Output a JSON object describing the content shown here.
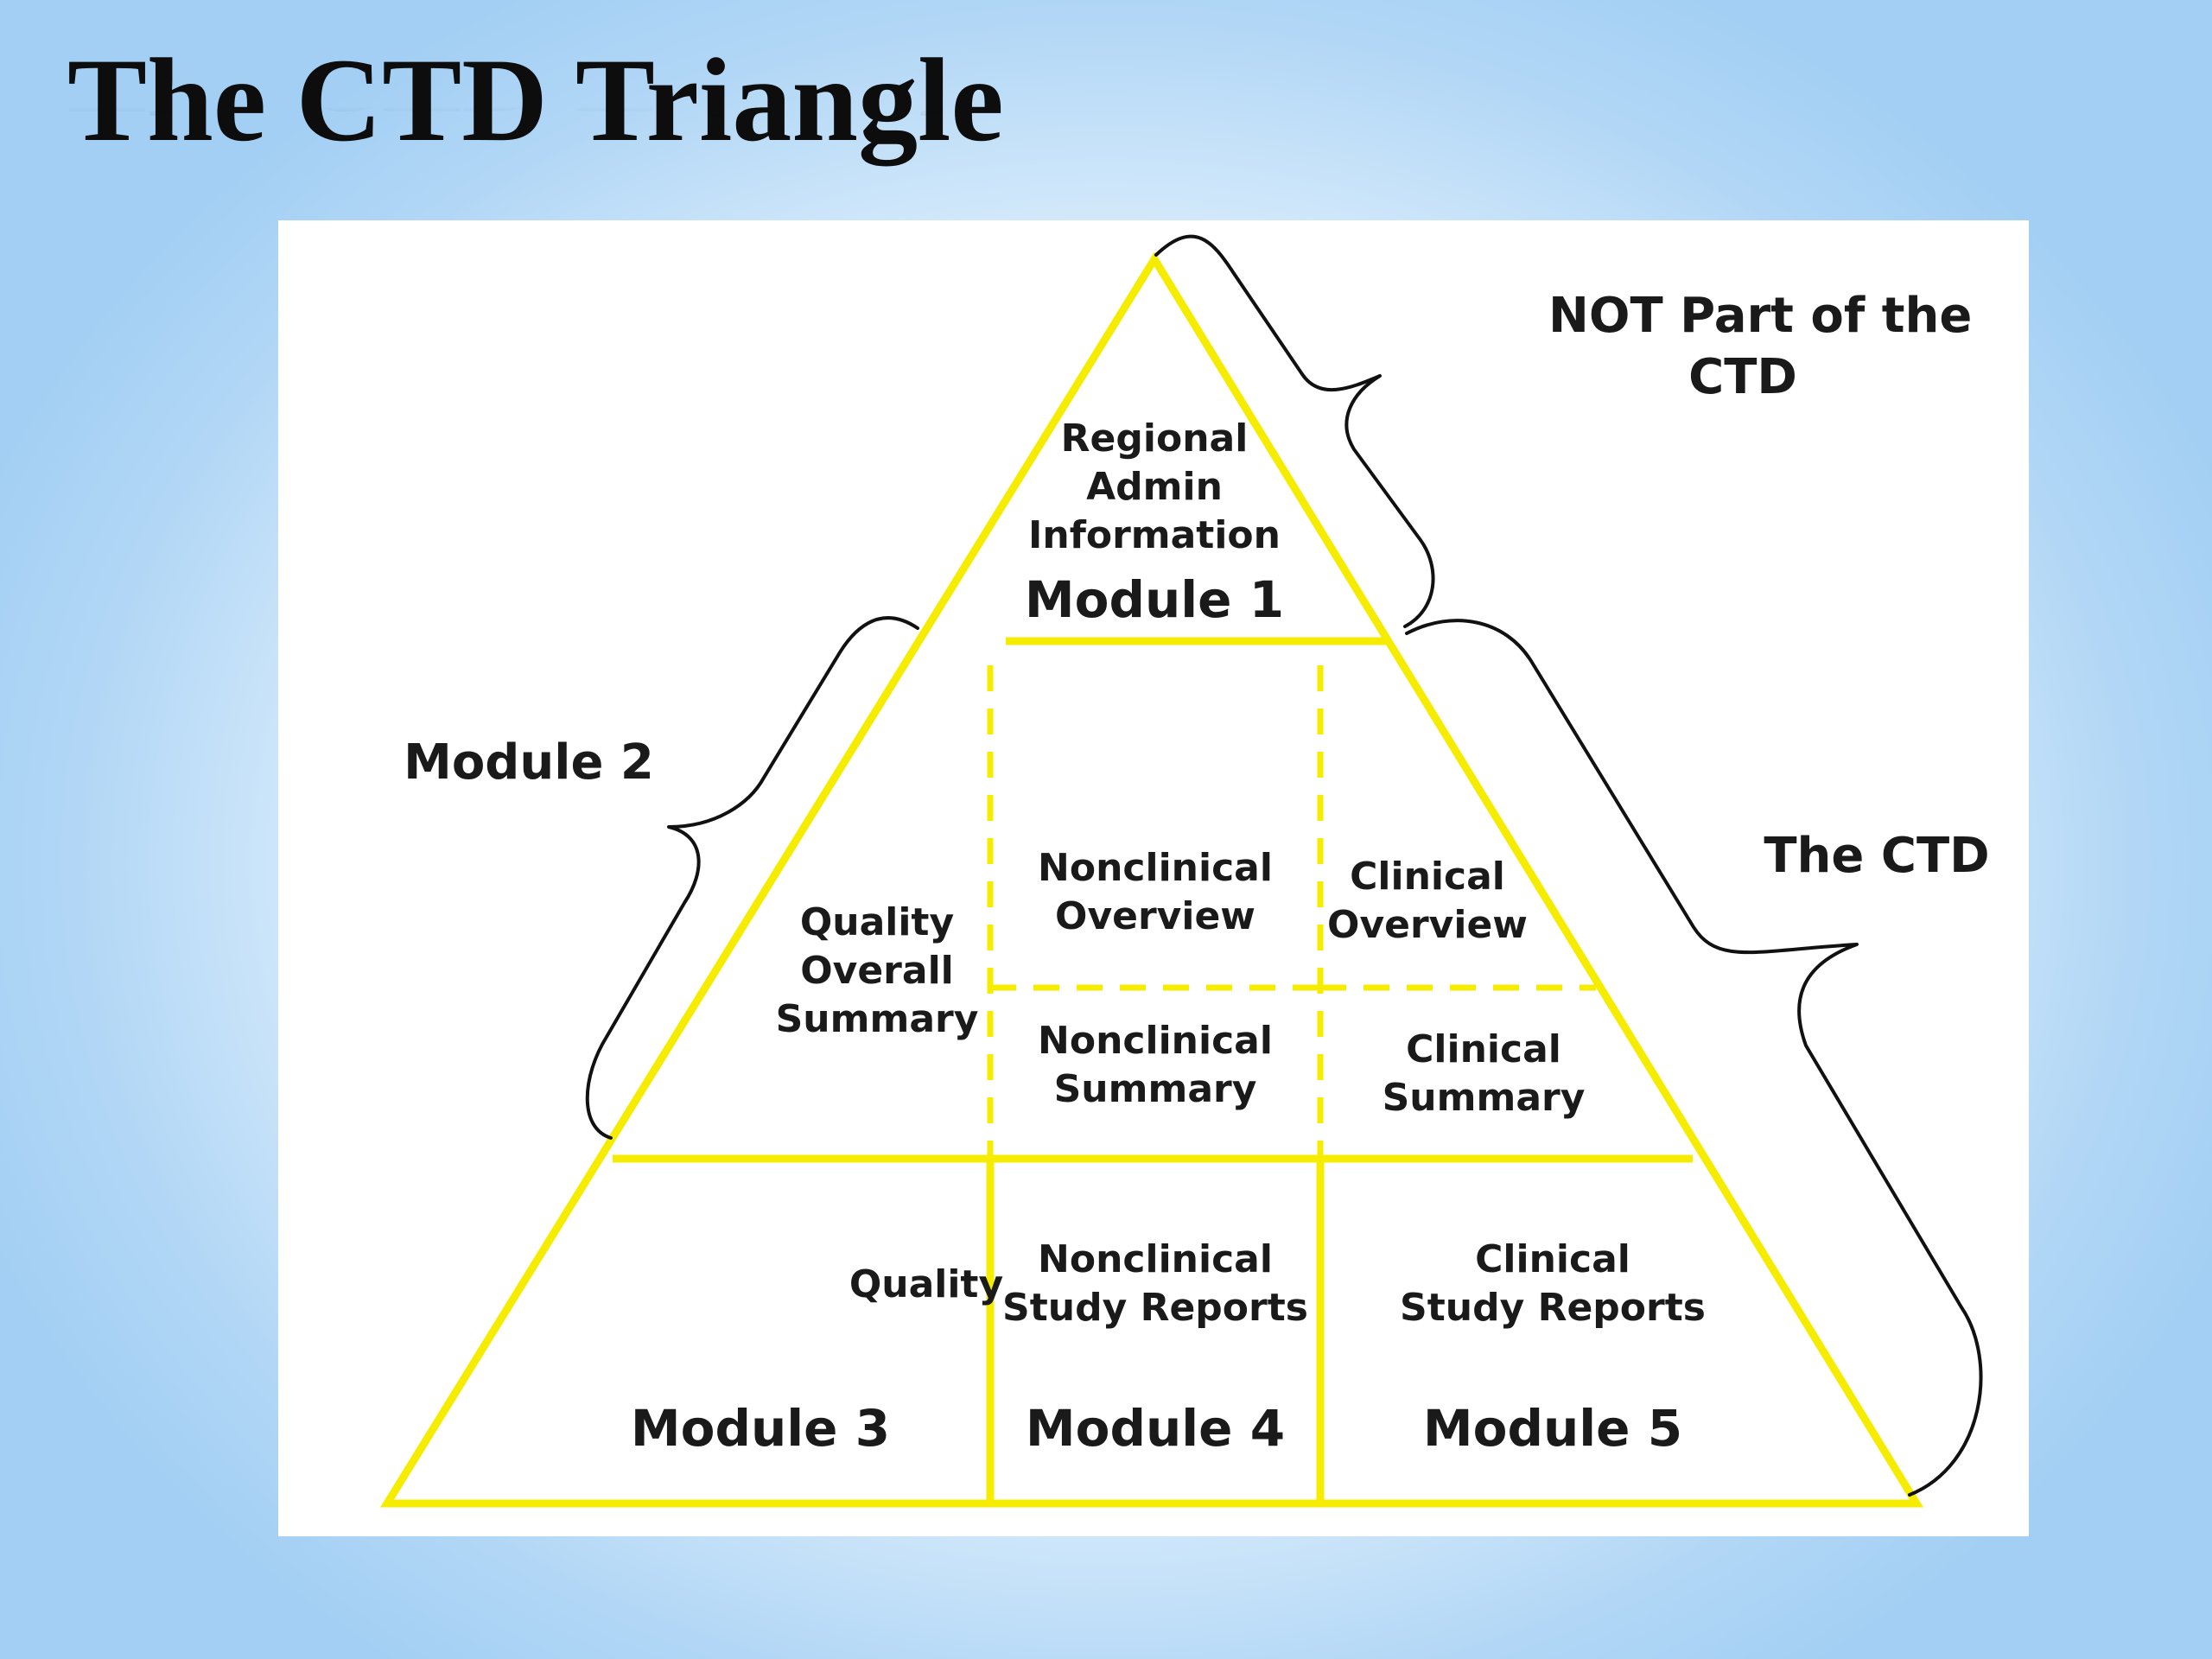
{
  "title": "The CTD Triangle",
  "diagram": {
    "module1": {
      "content": [
        "Regional",
        "Admin",
        "Information"
      ],
      "label": "Module 1"
    },
    "module2": {
      "label": "Module 2",
      "quality_overall_summary": [
        "Quality",
        "Overall",
        "Summary"
      ],
      "nonclinical_overview": [
        "Nonclinical",
        "Overview"
      ],
      "clinical_overview": [
        "Clinical",
        "Overview"
      ],
      "nonclinical_summary": [
        "Nonclinical",
        "Summary"
      ],
      "clinical_summary": [
        "Clinical",
        "Summary"
      ]
    },
    "module3": {
      "content": [
        "Quality"
      ],
      "label": "Module 3"
    },
    "module4": {
      "content": [
        "Nonclinical",
        "Study Reports"
      ],
      "label": "Module 4"
    },
    "module5": {
      "content": [
        "Clinical",
        "Study Reports"
      ],
      "label": "Module 5"
    },
    "not_part_label": [
      "NOT Part of the",
      "CTD"
    ],
    "the_ctd_label": "The CTD"
  },
  "colors": {
    "triangle_lines": "#f5ec00",
    "braces": "#111111",
    "text": "#1a1a1a",
    "panel_background": "#ffffff"
  }
}
